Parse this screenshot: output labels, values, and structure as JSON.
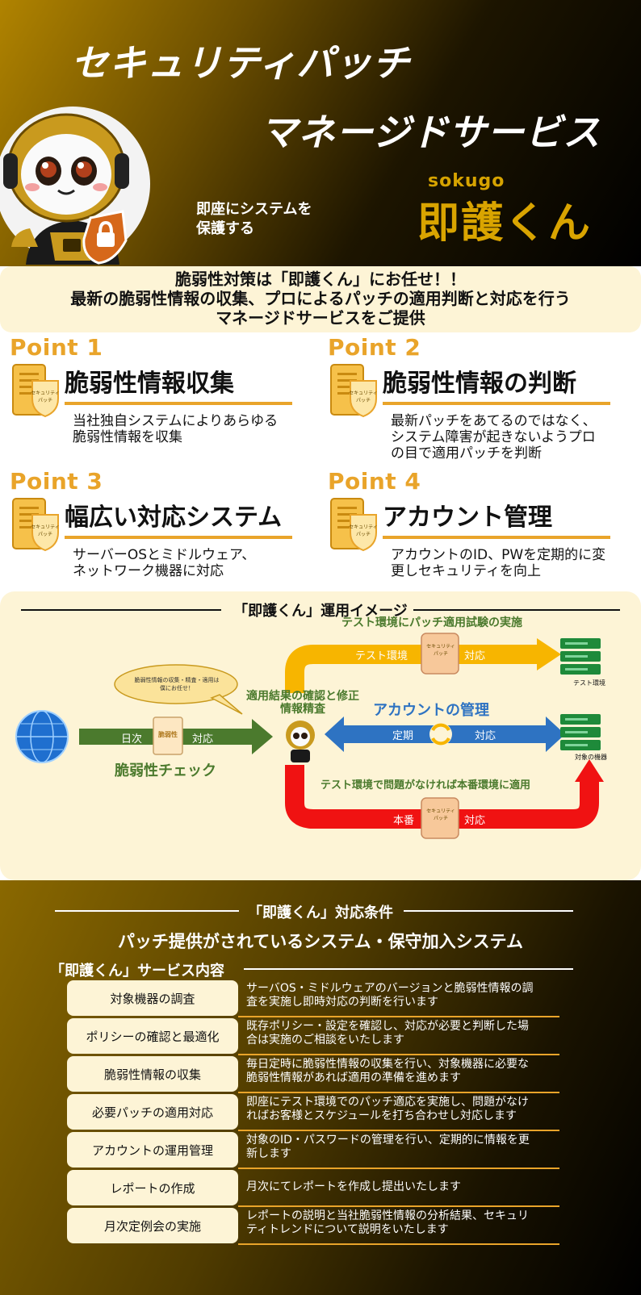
{
  "hero": {
    "title_line1": "セキュリティパッチ",
    "title_line2": "マネージドサービス",
    "tagline_line1": "即座にシステムを",
    "tagline_line2": "保護する",
    "brand_romaji": "sokugo",
    "brand_name": "即護くん"
  },
  "intro": {
    "line1": "脆弱性対策は「即護くん」にお任せ！！",
    "line2": "最新の脆弱性情報の収集、プロによるパッチの適用判断と対応を行う",
    "line3": "マネージドサービスをご提供"
  },
  "points": [
    {
      "label": "Point 1",
      "title": "脆弱性情報収集",
      "desc1": "当社独自システムによりあらゆる",
      "desc2": "脆弱性情報を収集",
      "desc3": ""
    },
    {
      "label": "Point 2",
      "title": "脆弱性情報の判断",
      "desc1": "最新パッチをあてるのではなく、",
      "desc2": "システム障害が起きないようプロ",
      "desc3": "の目で適用パッチを判断"
    },
    {
      "label": "Point 3",
      "title": "幅広い対応システム",
      "desc1": "サーバーOSとミドルウェア、",
      "desc2": "ネットワーク機器に対応",
      "desc3": ""
    },
    {
      "label": "Point 4",
      "title": "アカウント管理",
      "desc1": "アカウントのID、PWを定期的に変",
      "desc2": "更しセキュリティを向上",
      "desc3": ""
    }
  ],
  "point_icon_text": {
    "line1": "セキュリティ",
    "line2": "パッチ"
  },
  "flow": {
    "title": "「即護くん」運用イメージ",
    "test_env_caption": "テスト環境にパッチ適用試験の実施",
    "test_env_arrow": "テスト環境",
    "test_env_action": "対応",
    "test_env_server": "テスト環境",
    "bubble_line1": "脆弱性情報の収集・精査・適用は",
    "bubble_line2": "僕にお任せ！",
    "confirm_line1": "適用結果の確認と修正",
    "confirm_line2": "情報精査",
    "account_title": "アカウントの管理",
    "account_left": "定期",
    "account_right": "対応",
    "target_server": "対象の機器",
    "daily_left": "日次",
    "daily_doc": "脆弱性",
    "daily_right": "対応",
    "vuln_check": "脆弱性チェック",
    "prod_caption": "テスト環境で問題がなければ本番環境に適用",
    "prod_left": "本番",
    "prod_right": "対応",
    "patch_icon_line1": "セキュリティ",
    "patch_icon_line2": "パッチ"
  },
  "conditions": {
    "title": "「即護くん」対応条件",
    "systems": "パッチ提供がされているシステム・保守加入システム",
    "services_title": "「即護くん」サービス内容"
  },
  "services": [
    {
      "label": "対象機器の調査",
      "line1": "サーバOS・ミドルウェアのバージョンと脆弱性情報の調",
      "line2": "査を実施し即時対応の判断を行います"
    },
    {
      "label": "ポリシーの確認と最適化",
      "line1": "既存ポリシー・設定を確認し、対応が必要と判断した場",
      "line2": "合は実施のご相談をいたします"
    },
    {
      "label": "脆弱性情報の収集",
      "line1": "毎日定時に脆弱性情報の収集を行い、対象機器に必要な",
      "line2": "脆弱性情報があれば適用の準備を進めます"
    },
    {
      "label": "必要パッチの適用対応",
      "line1": "即座にテスト環境でのパッチ適応を実施し、問題がなけ",
      "line2": "ればお客様とスケジュールを打ち合わせし対応します"
    },
    {
      "label": "アカウントの運用管理",
      "line1": "対象のID・パスワードの管理を行い、定期的に情報を更",
      "line2": "新します"
    },
    {
      "label": "レポートの作成",
      "line1": "月次にてレポートを作成し提出いたします",
      "line2": ""
    },
    {
      "label": "月次定例会の実施",
      "line1": "レポートの説明と当社脆弱性情報の分析結果、セキュリ",
      "line2": "ティトレンドについて説明をいたします"
    }
  ],
  "colors": {
    "gold": "#e9a42a",
    "brand": "#d9a400",
    "cream": "#fdf4d6",
    "yellow_arrow": "#f7b500",
    "green_arrow": "#4b7a2d",
    "blue_arrow": "#2e73c2",
    "red_arrow": "#f01212",
    "server_green": "#1e8a3a"
  }
}
